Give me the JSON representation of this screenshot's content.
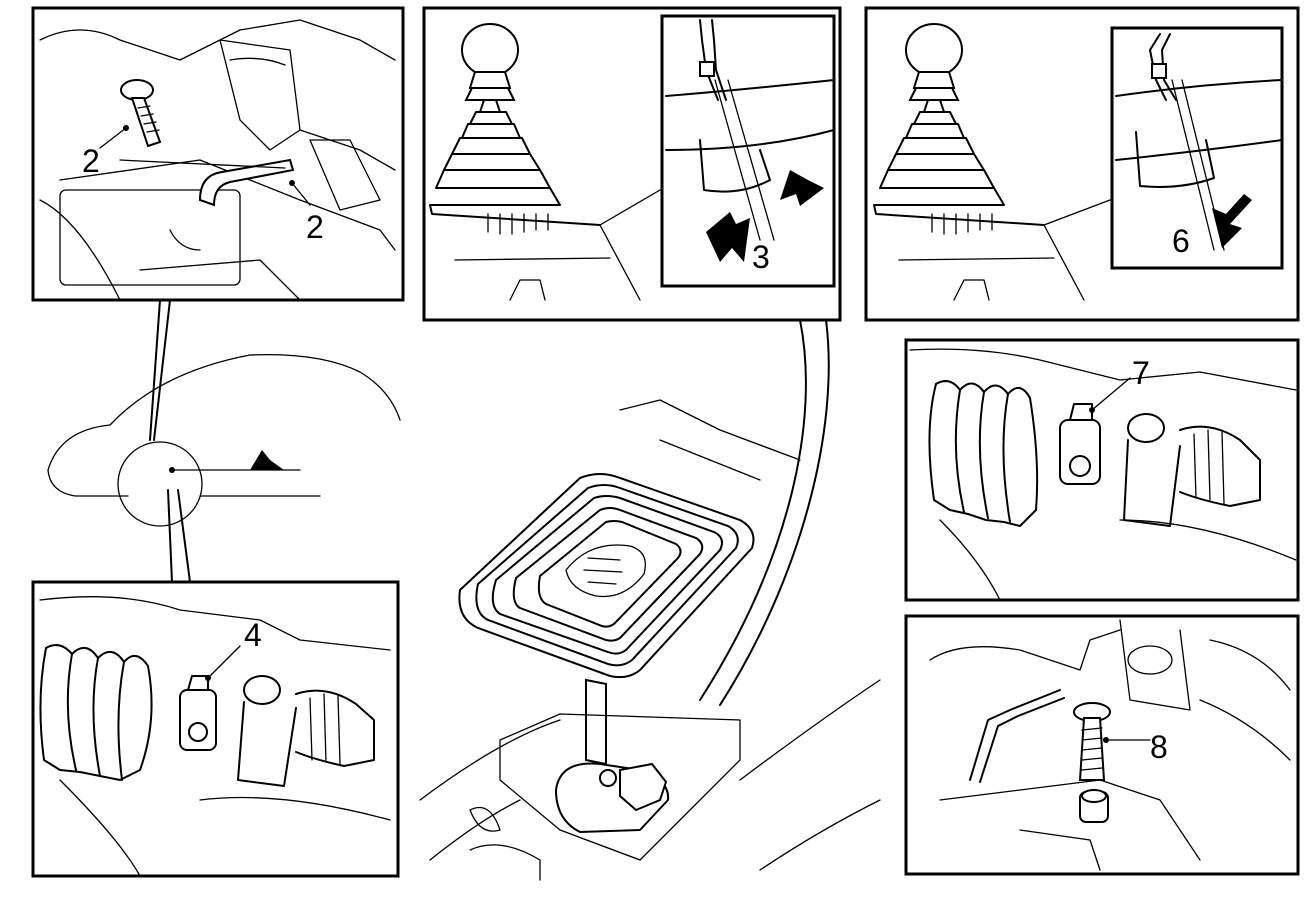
{
  "colors": {
    "ink": "#000000",
    "paper": "#ffffff"
  },
  "callouts": {
    "screw_top": "2",
    "pin_top": "2",
    "arrows_shift_boot": "3",
    "cable_clip_lower_left": "4",
    "arrow_gear_lever": "6",
    "cable_clip_right": "7",
    "screw_bottom_right": "8"
  }
}
